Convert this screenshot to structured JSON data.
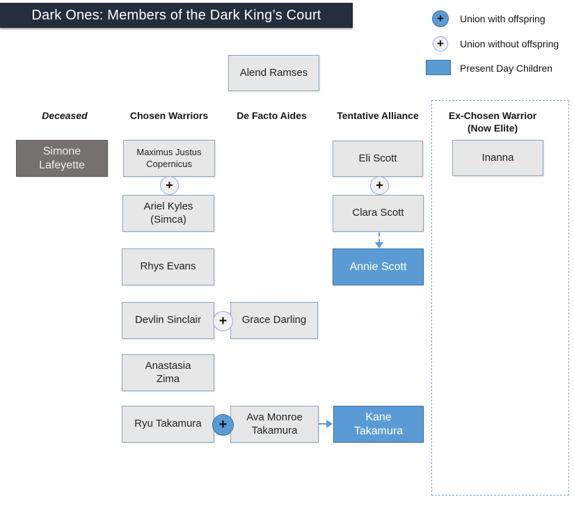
{
  "title": "Dark Ones: Members of the Dark King’s Court",
  "legend": {
    "union_with_offspring": "Union with offspring",
    "union_without_offspring": "Union without offspring",
    "present_day_children": "Present Day Children"
  },
  "columns": {
    "deceased": "Deceased",
    "chosen_warriors": "Chosen Warriors",
    "de_facto_aides": "De Facto Aides",
    "tentative_alliance": "Tentative Alliance",
    "ex_chosen_warrior": "Ex-Chosen Warrior\n(Now Elite)"
  },
  "people": {
    "alend_ramses": "Alend Ramses",
    "simone_lafeyette": "Simone\nLafeyette",
    "maximus_justus_copernicus": "Maximus Justus\nCopernicus",
    "ariel_kyles": "Ariel Kyles\n(Simca)",
    "rhys_evans": "Rhys Evans",
    "devlin_sinclair": "Devlin Sinclair",
    "grace_darling": "Grace Darling",
    "anastasia_zima": "Anastasia\nZima",
    "ryu_takamura": "Ryu Takamura",
    "ava_monroe_takamura": "Ava Monroe\nTakamura",
    "eli_scott": "Eli Scott",
    "clara_scott": "Clara Scott",
    "annie_scott": "Annie Scott",
    "kane_takamura": "Kane\nTakamura",
    "inanna": "Inanna"
  },
  "symbols": {
    "plus": "+"
  },
  "colors": {
    "accent_blue": "#5b9bd5",
    "accent_blue_border": "#41719c",
    "box_gray": "#e8e7e7",
    "box_border": "#8aa5bd",
    "dark_gray": "#767171",
    "title_bar": "#242e3c",
    "dashed_border": "#74a7ce"
  }
}
